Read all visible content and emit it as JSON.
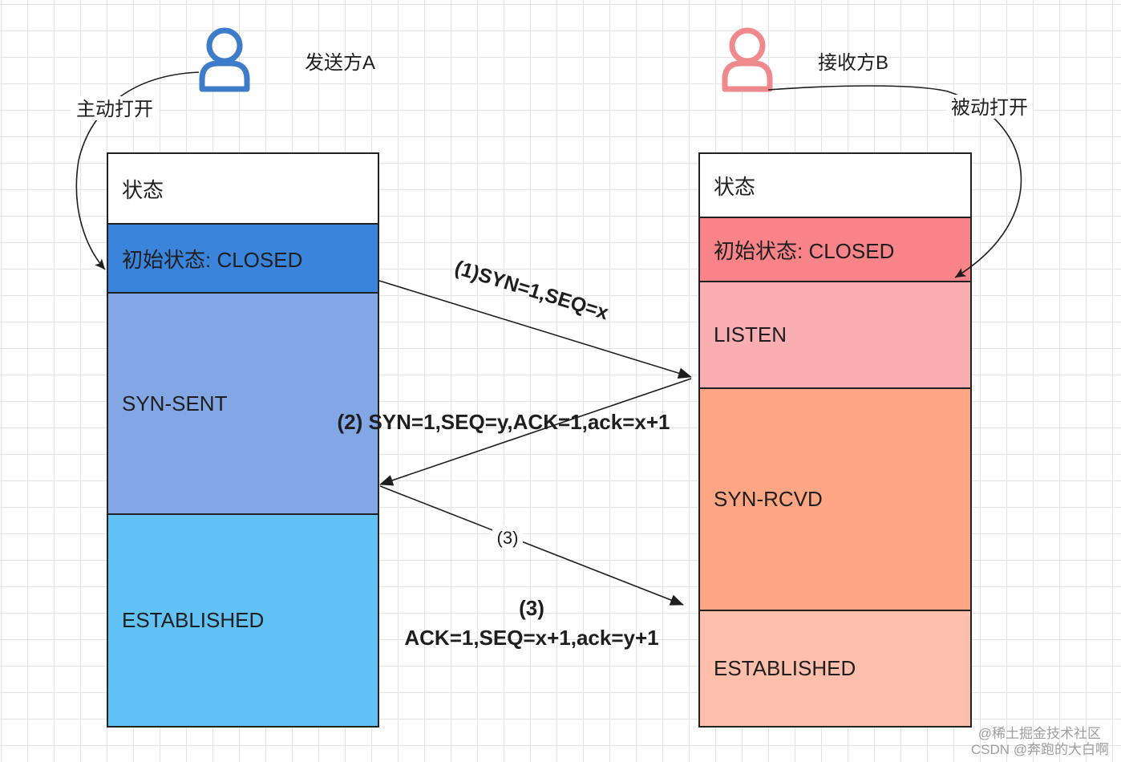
{
  "sender": {
    "label": "发送方A",
    "open_label": "主动打开",
    "color": "#3d7cc9"
  },
  "receiver": {
    "label": "接收方B",
    "open_label": "被动打开",
    "color": "#f0898d"
  },
  "sender_states": [
    {
      "label": "状态",
      "color": "#ffffff"
    },
    {
      "label": "初始状态: CLOSED",
      "color": "#3a84dc"
    },
    {
      "label": "SYN-SENT",
      "color": "#82a7e4"
    },
    {
      "label": "ESTABLISHED",
      "color": "#62c2f6"
    }
  ],
  "receiver_states": [
    {
      "label": "状态",
      "color": "#ffffff"
    },
    {
      "label": "初始状态: CLOSED",
      "color": "#f88388"
    },
    {
      "label": "LISTEN",
      "color": "#f9aeb2"
    },
    {
      "label": "SYN-RCVD",
      "color": "#fea684"
    },
    {
      "label": "ESTABLISHED",
      "color": "#fdbfab"
    }
  ],
  "messages": {
    "step1": "(1)SYN=1,SEQ=x",
    "step2": "(2) SYN=1,SEQ=y,ACK=1,ack=x+1",
    "step3_tag": "(3)",
    "step3_title": "(3)",
    "step3_detail": "ACK=1,SEQ=x+1,ack=y+1"
  },
  "watermark": {
    "line1": "@稀土掘金技术社区",
    "line2": "CSDN @奔跑的大白啊"
  }
}
